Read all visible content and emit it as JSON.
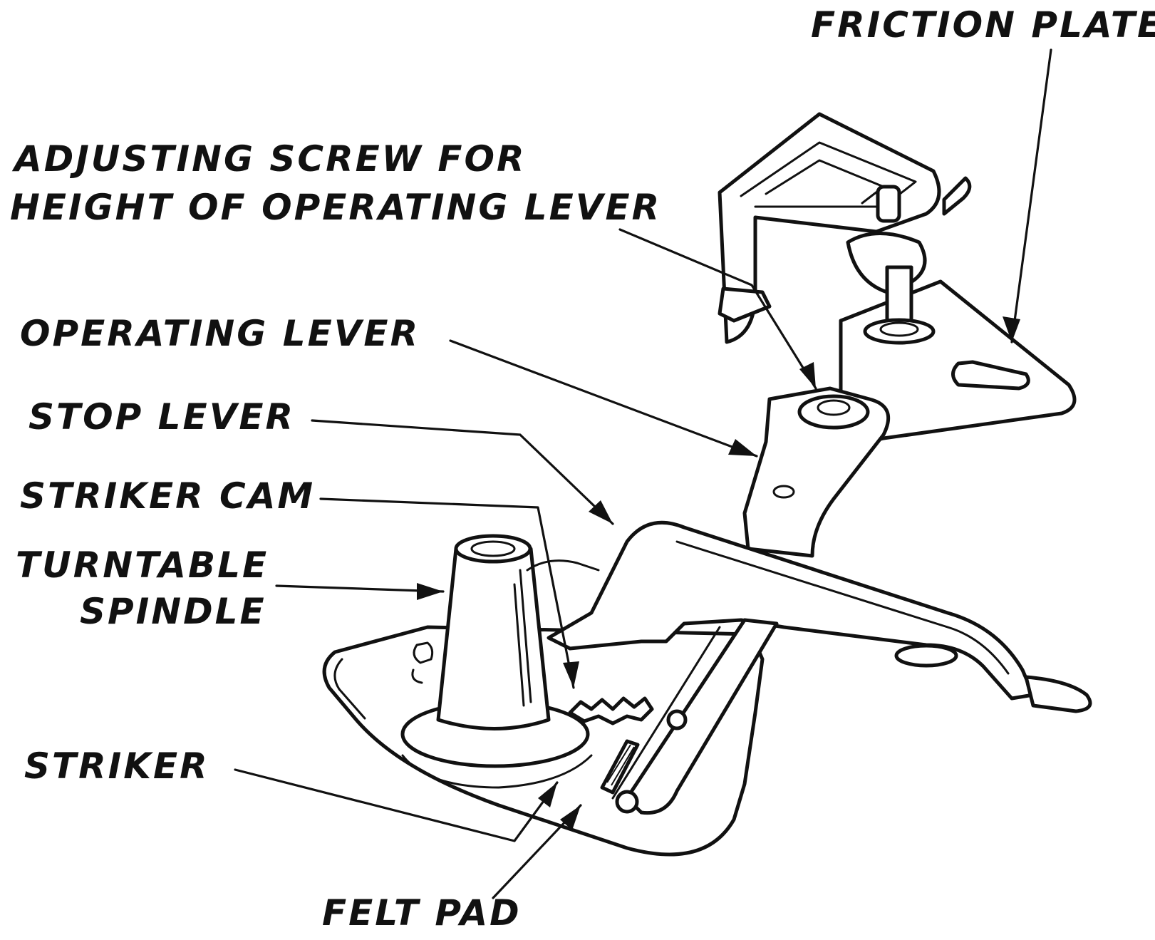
{
  "figure": {
    "labels": {
      "friction_plate": "FRICTION  PLATE",
      "adjusting_screw_line1": "ADJUSTING  SCREW  FOR",
      "adjusting_screw_line2": "HEIGHT OF OPERATING  LEVER",
      "operating_lever": "OPERATING  LEVER",
      "stop_lever": "STOP  LEVER",
      "striker_cam": "STRIKER CAM",
      "turntable_line1": "TURNTABLE",
      "turntable_line2": "SPINDLE",
      "striker": "STRIKER",
      "felt_pad": "FELT  PAD"
    },
    "colors": {
      "ink": "#111111",
      "paper": "#ffffff"
    }
  }
}
